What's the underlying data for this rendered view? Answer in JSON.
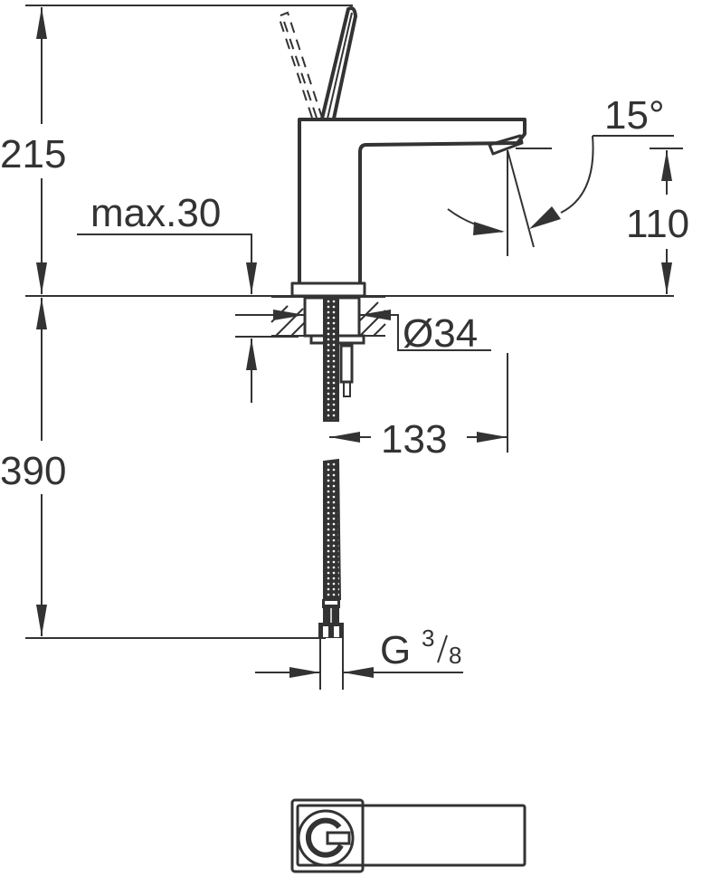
{
  "drawing": {
    "title": "Basin mixer technical drawing",
    "colors": {
      "line": "#333333",
      "background": "#ffffff"
    },
    "dimensions": {
      "overall_height": "215",
      "max_deck_thickness": "max.30",
      "spout_angle": "15°",
      "spout_height": "110",
      "hole_diameter": "Ø34",
      "projection": "133",
      "hose_length": "390",
      "connection_prefix": "G",
      "connection_numerator": "3",
      "connection_denominator": "8"
    },
    "views": [
      "side-elevation",
      "top-view"
    ]
  }
}
